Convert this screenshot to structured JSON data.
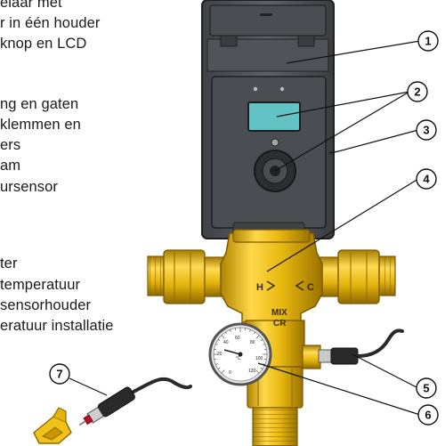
{
  "text_lines": [
    "elaar met",
    "r in één houder",
    "knop en LCD",
    "",
    "ng en gaten",
    "klemmen en",
    "ers",
    "am",
    "ursensor",
    "",
    "ter",
    "temperatuur",
    "sensorhouder",
    "eratuur installatie"
  ],
  "callouts": [
    "1",
    "2",
    "3",
    "4",
    "5",
    "6",
    "7"
  ],
  "valve_labels": {
    "hot": "H",
    "cold": "C",
    "mix": "MIX",
    "stamp_sub": "CR"
  },
  "gauge": {
    "unit": "°C",
    "ticks": [
      "0",
      "20",
      "40",
      "60",
      "80",
      "100",
      "120"
    ]
  },
  "colors": {
    "brass": "#e8b80f",
    "brass_dark": "#a77d00",
    "housing": "#55585c",
    "lcd": "#62c2c4",
    "cable": "#2a2a2a",
    "probe_cap": "#b8102a",
    "sensor_holder": "#f0c21a"
  }
}
